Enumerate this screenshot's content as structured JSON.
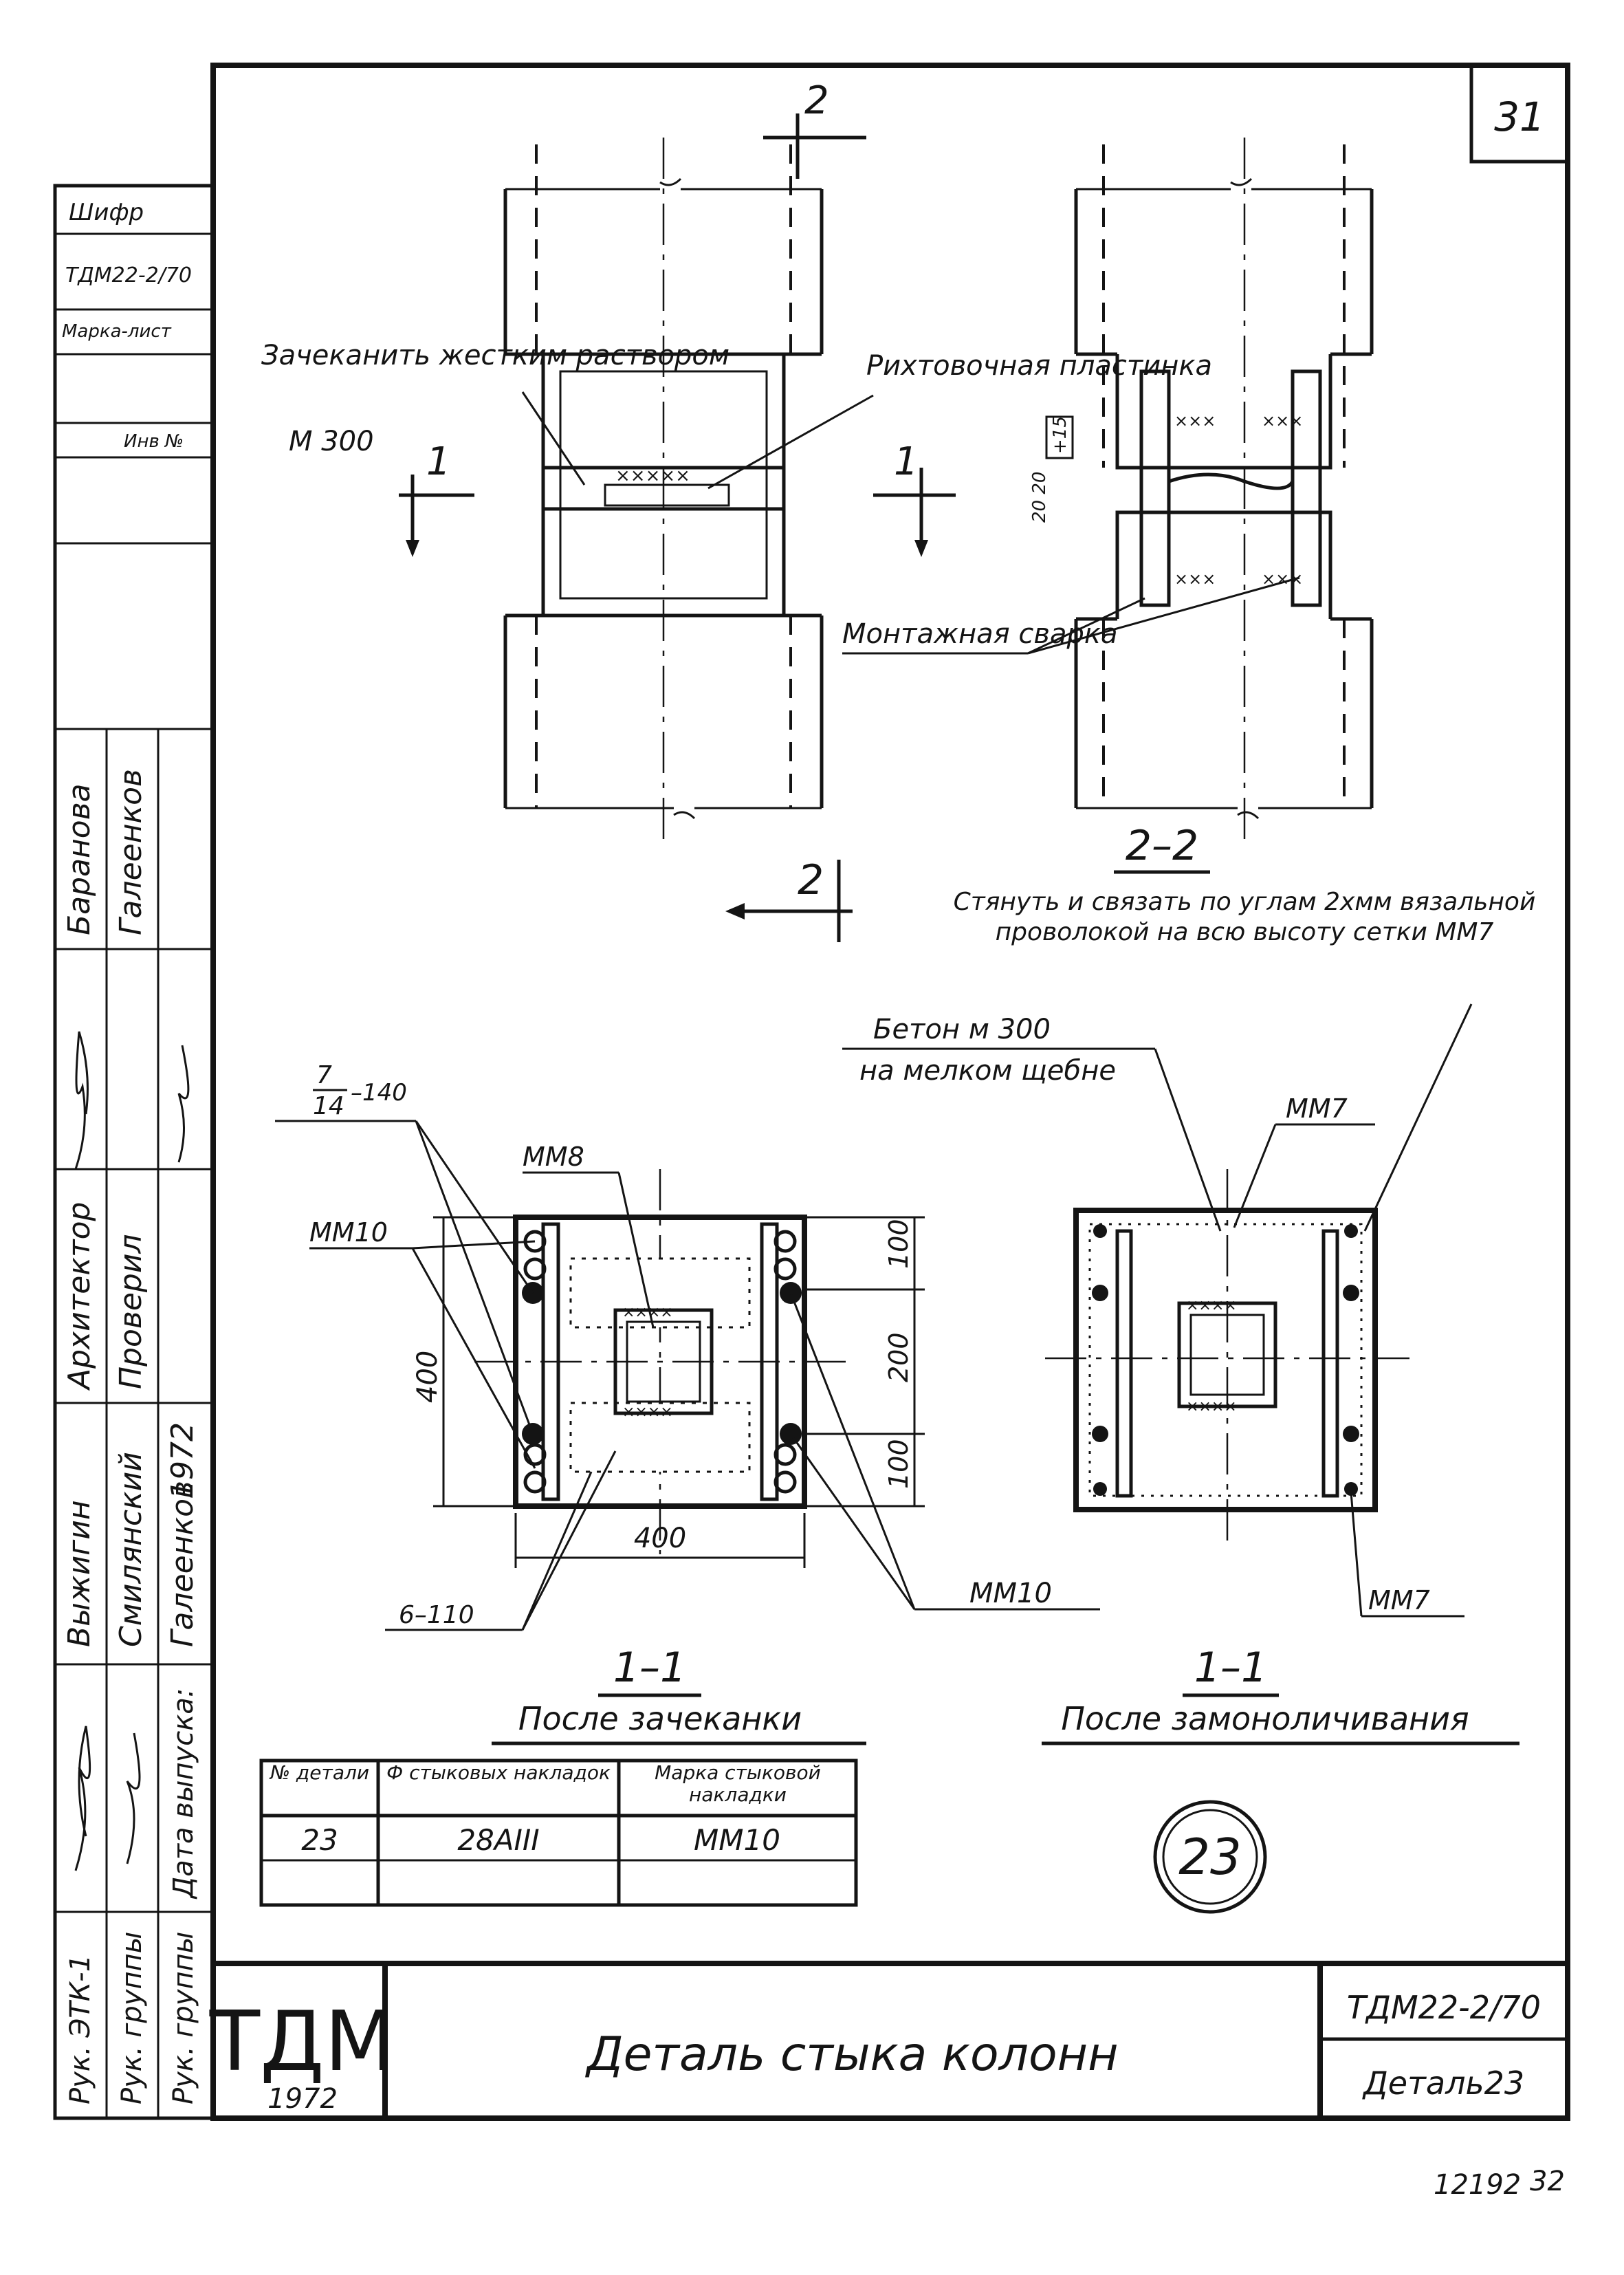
{
  "sheet": {
    "number": "31",
    "code": "ТДМ22-2/70",
    "detail_label": "Деталь23",
    "title": "Деталь стыка колонн",
    "org": "ТДМ",
    "year": "1972"
  },
  "side_stamp": {
    "shifr": "Шифр",
    "code": "ТДМ22-2/70",
    "marka_list": "Марка-лист",
    "inv_no": "Инв №",
    "rows": [
      {
        "role": "Рук. ЭТК-1",
        "name": "Выжигин"
      },
      {
        "role": "Рук. группы",
        "name": "Смилянский"
      },
      {
        "role": "Рук. группы",
        "name": "Галеенков"
      },
      {
        "role": "Архитектор",
        "name": "Баранова"
      },
      {
        "role": "Проверил",
        "name": "Галеенков"
      }
    ],
    "date_label": "Дата выпуска:",
    "date_value": "1972"
  },
  "elevation": {
    "callout_caulk": "Зачеканить жестким раствором",
    "callout_caulk_grade": "М 300",
    "callout_plate": "Рихтовочная пластинка",
    "callout_weld": "Монтажная сварка",
    "section_mark_1": "1",
    "section_mark_2": "2",
    "dims_small": "20 20",
    "dim_box": "+15"
  },
  "section22": {
    "title": "2–2",
    "note": "Стянуть и связать по углам 2хмм вязальной проволокой на всю высоту сетки ММ7"
  },
  "section11a": {
    "title": "1–1",
    "subtitle": "После зачеканки",
    "rebar_label_num": "7",
    "rebar_label_den": "14",
    "rebar_label_len": "–140",
    "mm8": "ММ8",
    "mm10_left": "ММ10",
    "mm10_right": "ММ10",
    "bottom_label": "6–110",
    "dim_400_h": "400",
    "dim_400_v": "400",
    "dim_100_top": "100",
    "dim_200": "200",
    "dim_100_bot": "100"
  },
  "section11b": {
    "title": "1–1",
    "subtitle": "После замоноличивания",
    "concrete": "Бетон м 300",
    "concrete2": "на мелком щебне",
    "mm7_top": "ММ7",
    "mm7_bottom": "ММ7"
  },
  "table": {
    "headers": [
      "№ детали",
      "Ф стыковых накладок",
      "Марка стыковой накладки"
    ],
    "rows": [
      [
        "23",
        "28АIII",
        "ММ10"
      ],
      [
        "",
        "",
        ""
      ]
    ]
  },
  "detail_circle": "23",
  "footer_numbers": {
    "left": "12192",
    "right": "32"
  }
}
